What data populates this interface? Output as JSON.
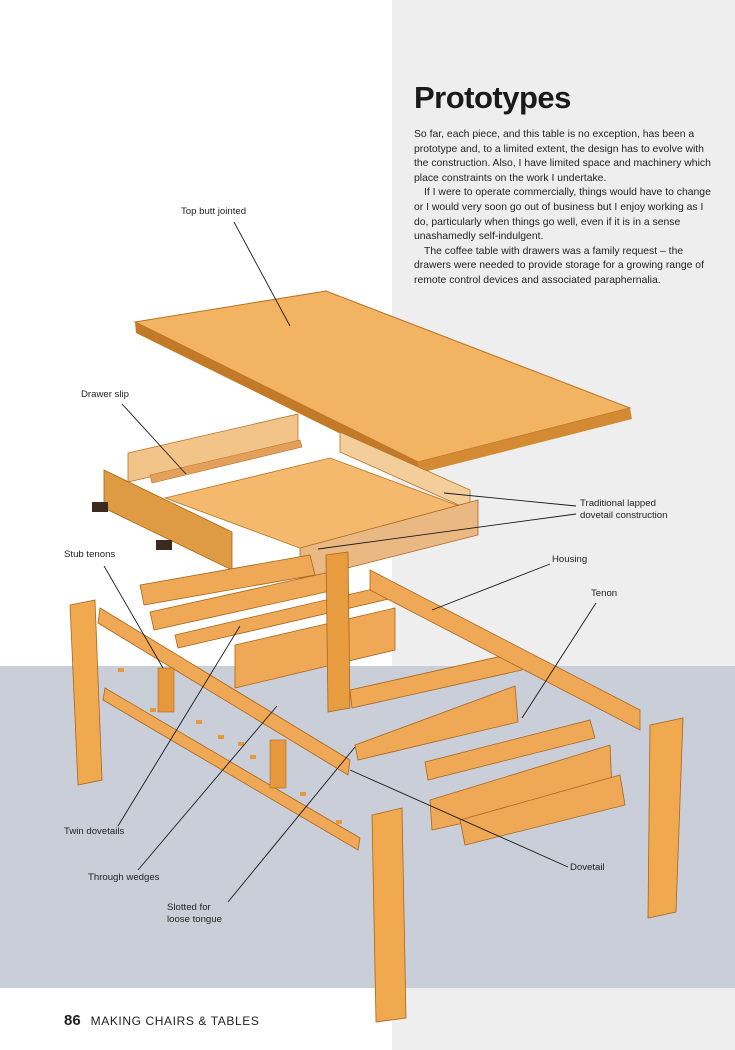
{
  "article": {
    "title": "Prototypes",
    "paragraphs": [
      "So far, each piece, and this table is no exception, has been a prototype and, to a limited extent, the design has to evolve with the construction. Also, I have limited space and machinery which place constraints on the work I undertake.",
      "If I were to operate commercially, things would have to change or I would very soon go out of business but I enjoy working as I do, particularly when things go well, even if it is in a sense unashamedly self-indulgent.",
      "The coffee table with drawers was a family request – the drawers were needed to provide storage for a growing range of remote control devices and associated paraphernalia."
    ]
  },
  "labels": {
    "top_butt_jointed": "Top butt jointed",
    "drawer_slip": "Drawer slip",
    "traditional_dovetail_line1": "Traditional lapped",
    "traditional_dovetail_line2": "dovetail construction",
    "stub_tenons": "Stub tenons",
    "housing": "Housing",
    "tenon": "Tenon",
    "twin_dovetails": "Twin dovetails",
    "through_wedges": "Through wedges",
    "slotted_line1": "Slotted for",
    "slotted_line2": "loose tongue",
    "dovetail": "Dovetail"
  },
  "footer": {
    "page_number": "86",
    "book_title": "MAKING CHAIRS & TABLES"
  },
  "colors": {
    "wood_light": "#f0b868",
    "wood_mid": "#e39a3c",
    "wood_dark": "#c87a24",
    "panel_grey": "#eeeeee",
    "panel_blue": "#c9ced8"
  }
}
